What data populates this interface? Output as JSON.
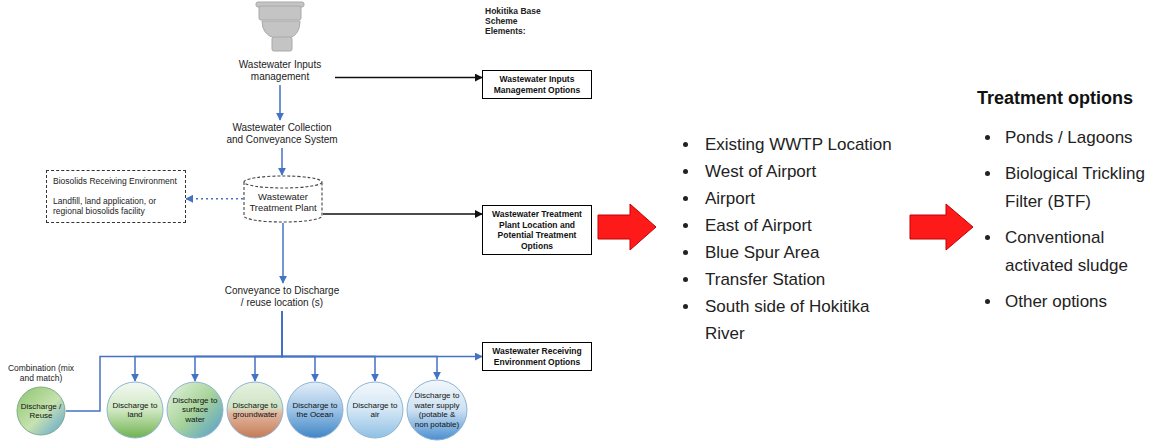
{
  "diagram": {
    "nodes": [
      {
        "text": [
          "Wastewater Inputs management"
        ]
      },
      {
        "text": [
          "Wastewater Inputs Management Options"
        ]
      },
      {
        "text": [
          "Wastewater Collection and Conveyance System"
        ]
      },
      {
        "text": [
          "Wastewater Treatment Plant"
        ]
      },
      {
        "text": [
          "Biosolids Receiving Environment",
          "Landfill, land application, or regional biosolids facility"
        ]
      },
      {
        "text": [
          "Wastewater Treatment Plant Location and Potential Treatment Options"
        ]
      },
      {
        "text": [
          "Conveyance to Discharge / reuse location (s)"
        ]
      },
      {
        "text": [
          "Wastewater Receiving Environment Options"
        ]
      },
      {
        "text": [
          "Combination (mix and match)",
          "Discharge / Reuse"
        ]
      },
      {
        "text": [
          "Discharge to land"
        ]
      },
      {
        "text": [
          "Discharge to surface water"
        ]
      },
      {
        "text": [
          "Discharge to groundwater"
        ]
      },
      {
        "text": [
          "Discharge to the Ocean"
        ]
      },
      {
        "text": [
          "Discharge to air"
        ]
      },
      {
        "text": [
          "Discharge to water supply (potable & non potable)"
        ]
      }
    ],
    "edges": [
      {
        "from": 0,
        "to": 1,
        "arrow": "to"
      },
      {
        "from": 0,
        "to": 2,
        "arrow": "to"
      },
      {
        "from": 2,
        "to": 3,
        "arrow": "to"
      },
      {
        "from": 3,
        "to": 4,
        "arrow": "to"
      },
      {
        "from": 3,
        "to": 5,
        "arrow": "to"
      },
      {
        "from": 3,
        "to": 6,
        "arrow": "to"
      },
      {
        "from": 6,
        "to": 7,
        "arrow": "to"
      },
      {
        "from": 6,
        "to": 8,
        "arrow": "none"
      },
      {
        "from": 6,
        "to": 9,
        "arrow": "to"
      },
      {
        "from": 6,
        "to": 10,
        "arrow": "to"
      },
      {
        "from": 6,
        "to": 11,
        "arrow": "to"
      },
      {
        "from": 6,
        "to": 12,
        "arrow": "to"
      },
      {
        "from": 6,
        "to": 13,
        "arrow": "to"
      },
      {
        "from": 6,
        "to": 14,
        "arrow": "to"
      }
    ],
    "labels": [
      "Hokitika Base Scheme Elements:",
      "Existing WWTP Location",
      "West of Airport",
      "Airport",
      "East of Airport",
      "Blue Spur Area",
      "Transfer Station",
      "South side of Hokitika River",
      "Treatment options",
      "Ponds / Lagoons",
      "Biological Trickling Filter (BTF)",
      "Conventional activated sludge",
      "Other options"
    ]
  }
}
